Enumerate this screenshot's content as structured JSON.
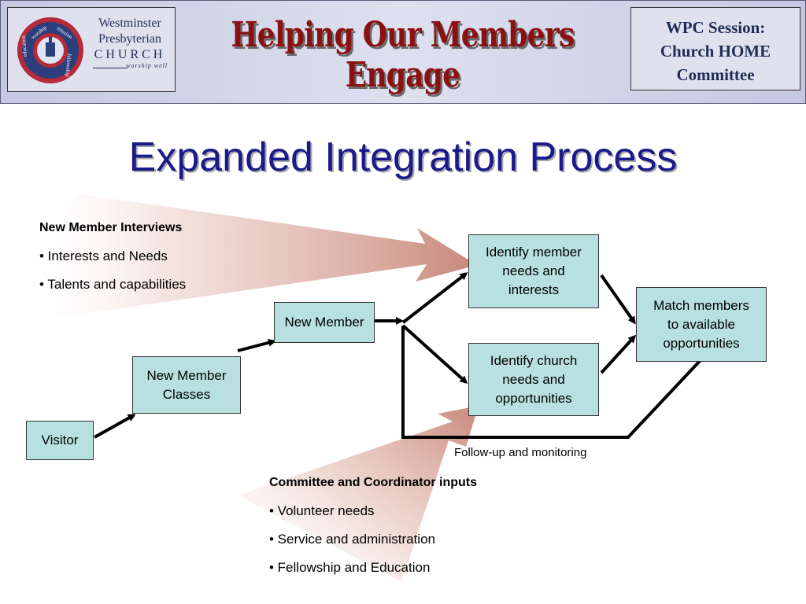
{
  "header": {
    "logo": {
      "name_line1": "Westminster",
      "name_line2": "Presbyterian",
      "name_line3": "CHURCH",
      "tagline": "worship well",
      "seal_words": [
        "worship",
        "mission",
        "fellowship",
        "education"
      ]
    },
    "banner_title": "Helping Our Members Engage",
    "session_box": {
      "line1": "WPC Session:",
      "line2": "Church HOME",
      "line3": "Committee"
    }
  },
  "slide_title": "Expanded Integration Process",
  "nodes": {
    "visitor": "Visitor",
    "classes": "New Member\nClasses",
    "new_member": "New Member",
    "identify_member": "Identify member\nneeds and\ninterests",
    "identify_church": "Identify church\nneeds and\nopportunities",
    "match": "Match members\nto available\nopportunities"
  },
  "followup_label": "Follow-up and monitoring",
  "interviews_note": {
    "heading": "New Member Interviews",
    "items": [
      "• Interests and Needs",
      "• Talents and capabilities"
    ]
  },
  "committee_note": {
    "heading": "Committee and Coordinator inputs",
    "items": [
      "• Volunteer needs",
      "• Service and administration",
      "• Fellowship and Education"
    ]
  },
  "colors": {
    "node_fill": "#b9e0e0",
    "banner_red": "#8a1111",
    "title_blue": "#1a1a8a",
    "header_band": "#c4c9e2",
    "input_arrow": "#c9877a"
  }
}
